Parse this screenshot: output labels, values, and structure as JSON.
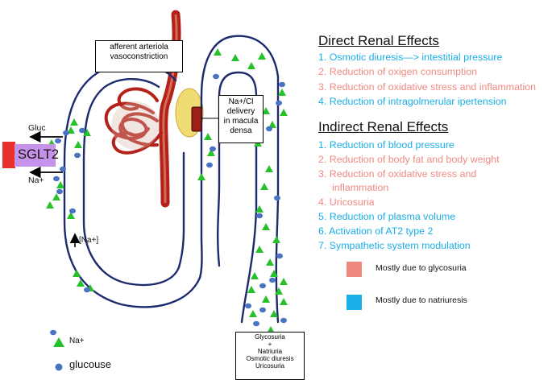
{
  "colors": {
    "glycosuria": "#f08a80",
    "natriuresis": "#19aee6",
    "sodium_marker": "#27c22b",
    "glucose_marker": "#4a73c2",
    "sglt2_box": "#c792ea",
    "sglt2_side": "#e8302a"
  },
  "diagram": {
    "afferent_label": [
      "afferent arteriola",
      "vasoconstriction"
    ],
    "macula_label": [
      "Na+/Cl",
      "delivery",
      "in macula",
      "densa"
    ],
    "gluc_label": "Gluc",
    "na_label": "Na+",
    "sglt2_label": "SGLT2",
    "na_increase_label": "[Na+]",
    "urine_box": [
      "Glycosuria",
      "+",
      "Natriuria",
      "Osmotic diuresis",
      "Uricosuria"
    ]
  },
  "legend": {
    "sodium_label": "Na+",
    "glucose_label": "glucouse",
    "glycosuria_label": "Mostly due to glycosuria",
    "natriuresis_label": "Mostly due to natriuresis"
  },
  "direct_effects": {
    "title": "Direct Renal Effects",
    "items": [
      {
        "text": "1. Osmotic diuresis—> intestitial pressure",
        "category": "natriuresis"
      },
      {
        "text": "2. Reduction of oxigen consumption",
        "category": "glycosuria"
      },
      {
        "text": "3. Reduction of oxidative stress and inflammation",
        "category": "glycosuria"
      },
      {
        "text": "4. Reduction of intragolmerular ipertension",
        "category": "natriuresis"
      }
    ]
  },
  "indirect_effects": {
    "title": "Indirect Renal Effects",
    "items": [
      {
        "text": "1. Reduction of blood pressure",
        "category": "natriuresis"
      },
      {
        "text": "2. Reduction of body fat and body weight",
        "category": "glycosuria"
      },
      {
        "text": "3. Reduction of oxidative stress and",
        "category": "glycosuria"
      },
      {
        "text": "inflammation",
        "category": "glycosuria"
      },
      {
        "text": "4. Uricosuria",
        "category": "glycosuria"
      },
      {
        "text": "5. Reduction of plasma volume",
        "category": "natriuresis"
      },
      {
        "text": "6. Activation of AT2 type 2",
        "category": "natriuresis"
      },
      {
        "text": "7. Sympathetic system modulation",
        "category": "natriuresis"
      }
    ]
  }
}
